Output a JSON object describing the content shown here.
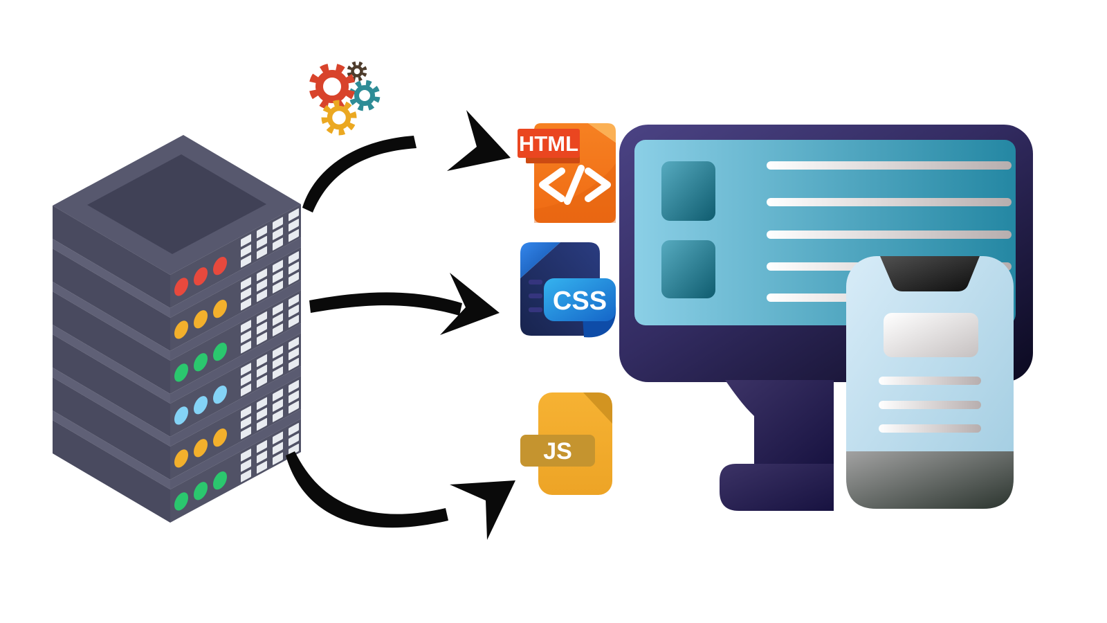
{
  "illustration": {
    "background_color": "#ffffff",
    "server": {
      "name": "web-server-stack",
      "slab_count": 6,
      "body_color": "#494a5f",
      "top_color": "#57586e",
      "vent_color": "#e8ebf0",
      "led_rows": [
        "#e8493d",
        "#f3b02c",
        "#2bc76e",
        "#84d3f6",
        "#f3b02c",
        "#2bc76e"
      ]
    },
    "gears": [
      {
        "name": "gear-red",
        "color": "#d8432b"
      },
      {
        "name": "gear-brown",
        "color": "#4e3c2c"
      },
      {
        "name": "gear-teal",
        "color": "#2e8c96"
      },
      {
        "name": "gear-yellow",
        "color": "#eba821"
      }
    ],
    "arrows": {
      "color": "#0a0a0a",
      "count": 3
    },
    "files": [
      {
        "label": "HTML",
        "doc_color": "#f3731b",
        "badge_color": "#ea4620",
        "fold_color": "#fbb054"
      },
      {
        "label": "CSS",
        "doc_color": "#1b2757",
        "badge_color": "#25a2e8",
        "fold_color": "#2f7fe6"
      },
      {
        "label": "JS",
        "doc_color": "#f5ae2d",
        "badge_color": "#c5942f",
        "fold_color": "#d29421"
      }
    ],
    "monitor": {
      "frame_color": "#332c60",
      "screen_color_left": "#85cbe3",
      "screen_color_right": "#2487a3",
      "thumbnail_count": 2,
      "content_line_count": 5,
      "line_color": "#ffffff"
    },
    "phone": {
      "body_color": "#bfdff0",
      "notch_color": "#1a1a1a",
      "image_block_color": "#ffffff",
      "content_line_count": 3,
      "bottom_band_color": "#2e3731"
    }
  }
}
